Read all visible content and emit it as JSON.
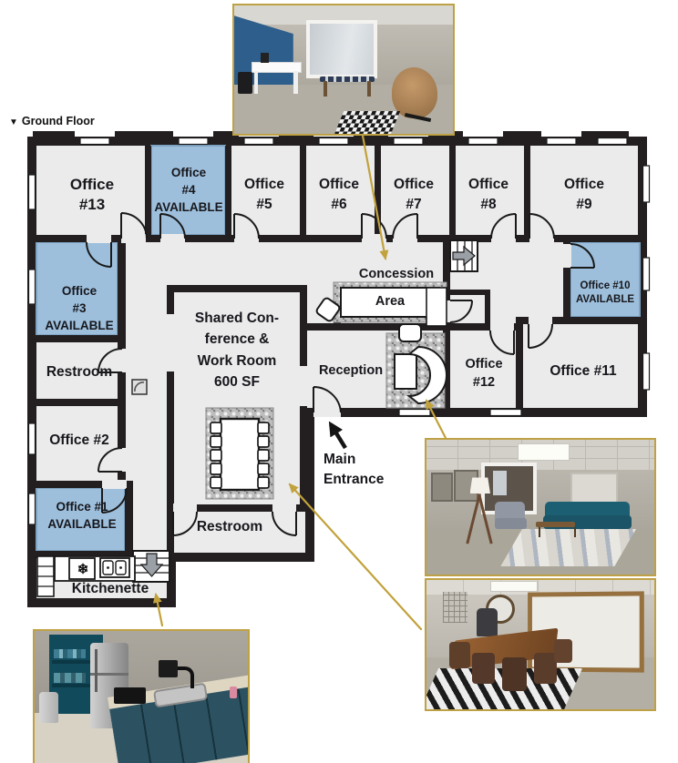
{
  "title": {
    "marker": "▼",
    "text": "Ground Floor"
  },
  "colors": {
    "available_fill": "#9dbfdc",
    "floor_fill": "#ebebec",
    "wall": "#231f20",
    "arrow_gold": "#c2a23c",
    "photo_border": "#bfa145",
    "label_text": "#17171c"
  },
  "rooms": {
    "office13": "Office\n#13",
    "office4": "Office\n#4\nAVAILABLE",
    "office5": "Office\n#5",
    "office6": "Office\n#6",
    "office7": "Office\n#7",
    "office8": "Office\n#8",
    "office9": "Office\n#9",
    "office3": "Office\n#3\nAVAILABLE",
    "restroom_upper": "Restroom",
    "office2": "Office #2",
    "office1": "Office #1\nAVAILABLE",
    "kitchenette": "Kitchenette",
    "shared_conference": "Shared Con-\nference &\nWork Room\n600 SF",
    "restroom_lower": "Restroom",
    "concession_label": "Concession",
    "concession_area_label": "Area",
    "reception": "Reception",
    "office12": "Office\n#12",
    "office10": "Office #10\nAVAILABLE",
    "office11": "Office #11"
  },
  "annotations": {
    "main_entrance": "Main\nEntrance"
  },
  "icons": {
    "freezer_snowflake": "❄"
  }
}
